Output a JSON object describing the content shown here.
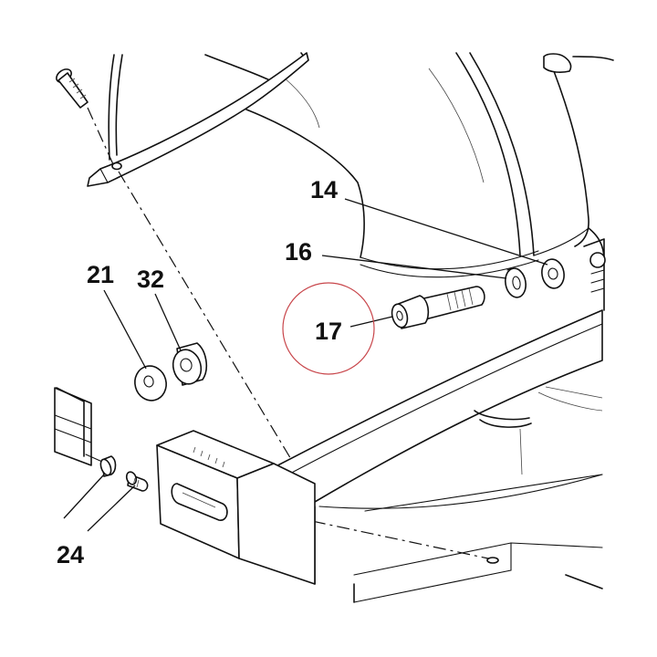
{
  "callouts": {
    "c14": "14",
    "c16": "16",
    "c17": "17",
    "c21": "21",
    "c32": "32",
    "c24": "24"
  },
  "highlight_color": "#c8464b",
  "line_color": "#111111"
}
